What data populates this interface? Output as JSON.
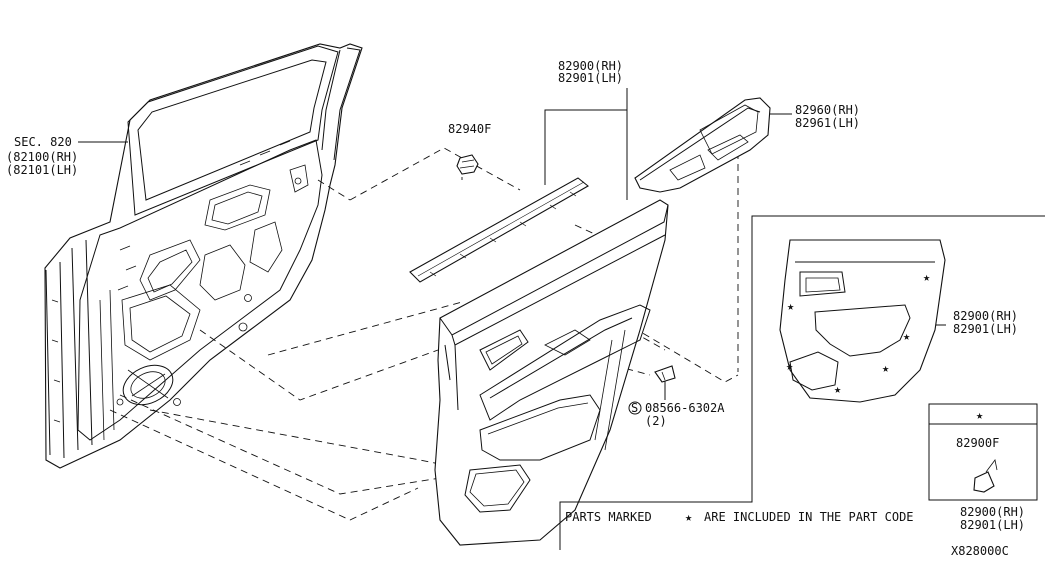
{
  "labels": {
    "sec_ref": "SEC. 820",
    "door_rh": "(82100(RH)",
    "door_lh": "(82101(LH)",
    "clip_part": "82940F",
    "finisher_rh": "82900(RH)",
    "finisher_lh": "82901(LH)",
    "armrest_rh": "82960(RH)",
    "armrest_lh": "82961(LH)",
    "screw_prefix": "S",
    "screw_part": "08566-6302A",
    "screw_qty": "(2)",
    "inset_finisher_rh": "82900(RH)",
    "inset_finisher_lh": "82901(LH)",
    "legend_symbol": "★",
    "legend_clip": "82900F",
    "note_before": "PARTS MARKED",
    "note_symbol": "★",
    "note_after": "ARE INCLUDED IN THE PART CODE",
    "note_rh": "82900(RH)",
    "note_lh": "82901(LH)",
    "diagram_id": "X828000C"
  },
  "icons": [
    "star-icon",
    "screw-icon",
    "clip-icon"
  ]
}
